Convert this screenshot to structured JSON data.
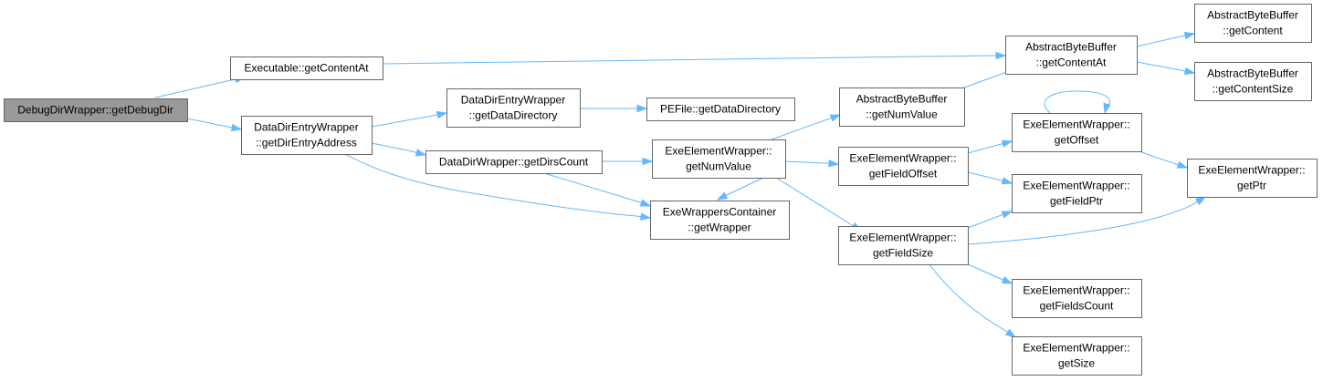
{
  "diagram": {
    "colors": {
      "edge": "#63b8ff",
      "root_fill": "#999999",
      "node_border": "#666666",
      "node_fill": "#ffffff"
    },
    "nodes": [
      {
        "id": "n0",
        "lines": [
          "DebugDirWrapper::getDebugDir"
        ],
        "root": true
      },
      {
        "id": "n1",
        "lines": [
          "Executable::getContentAt"
        ]
      },
      {
        "id": "n2",
        "lines": [
          "DataDirEntryWrapper",
          "::getDirEntryAddress"
        ]
      },
      {
        "id": "n3",
        "lines": [
          "DataDirEntryWrapper",
          "::getDataDirectory"
        ]
      },
      {
        "id": "n4",
        "lines": [
          "DataDirWrapper::getDirsCount"
        ]
      },
      {
        "id": "n5",
        "lines": [
          "PEFile::getDataDirectory"
        ]
      },
      {
        "id": "n6",
        "lines": [
          "ExeElementWrapper::",
          "getNumValue"
        ]
      },
      {
        "id": "n7",
        "lines": [
          "ExeWrappersContainer",
          "::getWrapper"
        ]
      },
      {
        "id": "n8",
        "lines": [
          "AbstractByteBuffer",
          "::getNumValue"
        ]
      },
      {
        "id": "n9",
        "lines": [
          "ExeElementWrapper::",
          "getFieldOffset"
        ]
      },
      {
        "id": "n10",
        "lines": [
          "ExeElementWrapper::",
          "getFieldSize"
        ]
      },
      {
        "id": "n11",
        "lines": [
          "AbstractByteBuffer",
          "::getContentAt"
        ]
      },
      {
        "id": "n12",
        "lines": [
          "ExeElementWrapper::",
          "getOffset"
        ]
      },
      {
        "id": "n13",
        "lines": [
          "ExeElementWrapper::",
          "getFieldPtr"
        ]
      },
      {
        "id": "n14",
        "lines": [
          "ExeElementWrapper::",
          "getFieldsCount"
        ]
      },
      {
        "id": "n15",
        "lines": [
          "ExeElementWrapper::",
          "getSize"
        ]
      },
      {
        "id": "n16",
        "lines": [
          "AbstractByteBuffer",
          "::getContent"
        ]
      },
      {
        "id": "n17",
        "lines": [
          "AbstractByteBuffer",
          "::getContentSize"
        ]
      },
      {
        "id": "n18",
        "lines": [
          "ExeElementWrapper::",
          "getPtr"
        ]
      }
    ],
    "edges": [
      [
        "n0",
        "n1"
      ],
      [
        "n0",
        "n2"
      ],
      [
        "n1",
        "n11"
      ],
      [
        "n2",
        "n3"
      ],
      [
        "n2",
        "n4"
      ],
      [
        "n2",
        "n7"
      ],
      [
        "n3",
        "n5"
      ],
      [
        "n4",
        "n6"
      ],
      [
        "n4",
        "n7"
      ],
      [
        "n6",
        "n8"
      ],
      [
        "n6",
        "n9"
      ],
      [
        "n6",
        "n7"
      ],
      [
        "n6",
        "n10"
      ],
      [
        "n8",
        "n11"
      ],
      [
        "n11",
        "n16"
      ],
      [
        "n11",
        "n17"
      ],
      [
        "n9",
        "n12"
      ],
      [
        "n9",
        "n13"
      ],
      [
        "n12",
        "n12"
      ],
      [
        "n12",
        "n18"
      ],
      [
        "n10",
        "n13"
      ],
      [
        "n10",
        "n18"
      ],
      [
        "n10",
        "n14"
      ],
      [
        "n10",
        "n15"
      ]
    ]
  }
}
